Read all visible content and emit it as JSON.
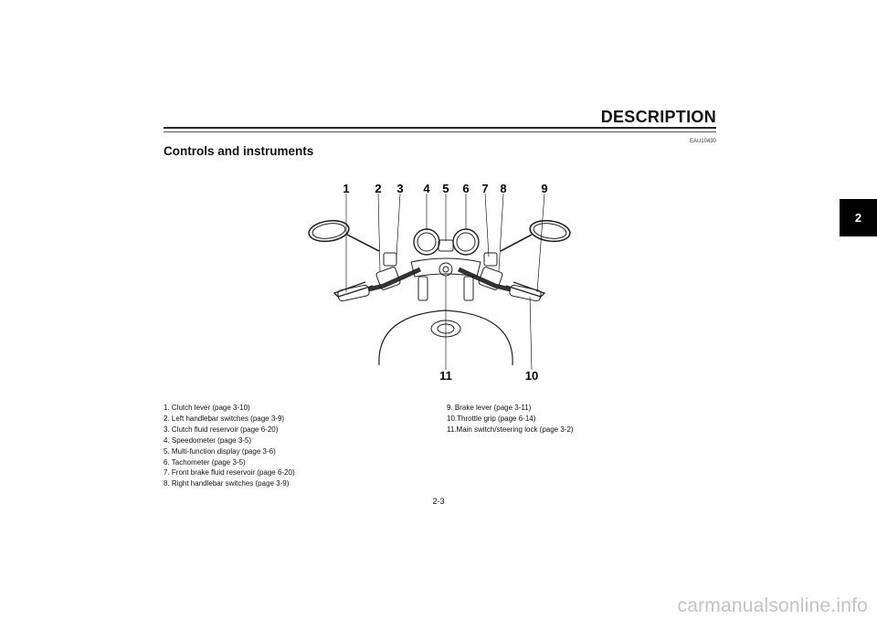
{
  "header": {
    "title": "DESCRIPTION"
  },
  "section": {
    "code": "EAU10430",
    "heading": "Controls and instruments"
  },
  "chapter_tab": "2",
  "figure": {
    "callouts_top": [
      "1",
      "2",
      "3",
      "4",
      "5",
      "6",
      "7",
      "8",
      "9"
    ],
    "callouts_bottom": [
      "11",
      "10"
    ]
  },
  "captions": {
    "left": [
      "1.  Clutch lever (page 3-10)",
      "2.  Left handlebar switches (page 3-9)",
      "3.  Clutch fluid reservoir (page 6-20)",
      "4.  Speedometer (page 3-5)",
      "5.  Multi-function display (page 3-6)",
      "6.  Tachometer (page 3-5)",
      "7.  Front brake fluid reservoir (page 6-20)",
      "8.  Right handlebar switches (page 3-9)"
    ],
    "right": [
      "9.  Brake lever (page 3-11)",
      "10.Throttle grip (page 6-14)",
      "11.Main switch/steering lock (page 3-2)"
    ]
  },
  "footer": {
    "page_number": "2-3"
  },
  "watermark": "carmanualsonline.info"
}
